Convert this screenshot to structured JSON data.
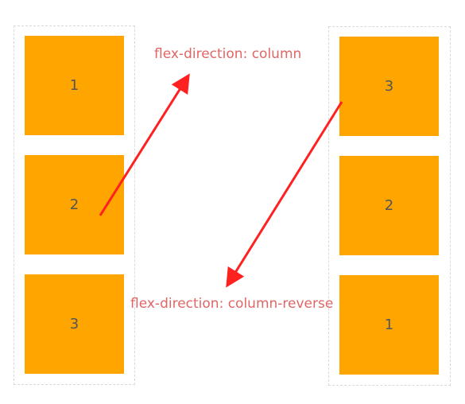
{
  "labels": {
    "column": "flex-direction: column",
    "column_reverse": "flex-direction: column-reverse"
  },
  "left_column": {
    "items": [
      "1",
      "2",
      "3"
    ]
  },
  "right_column": {
    "items": [
      "3",
      "2",
      "1"
    ]
  },
  "colors": {
    "box": "#ffa500",
    "label": "#e06666",
    "arrow": "#ff2020",
    "border": "#d9d9d9"
  }
}
